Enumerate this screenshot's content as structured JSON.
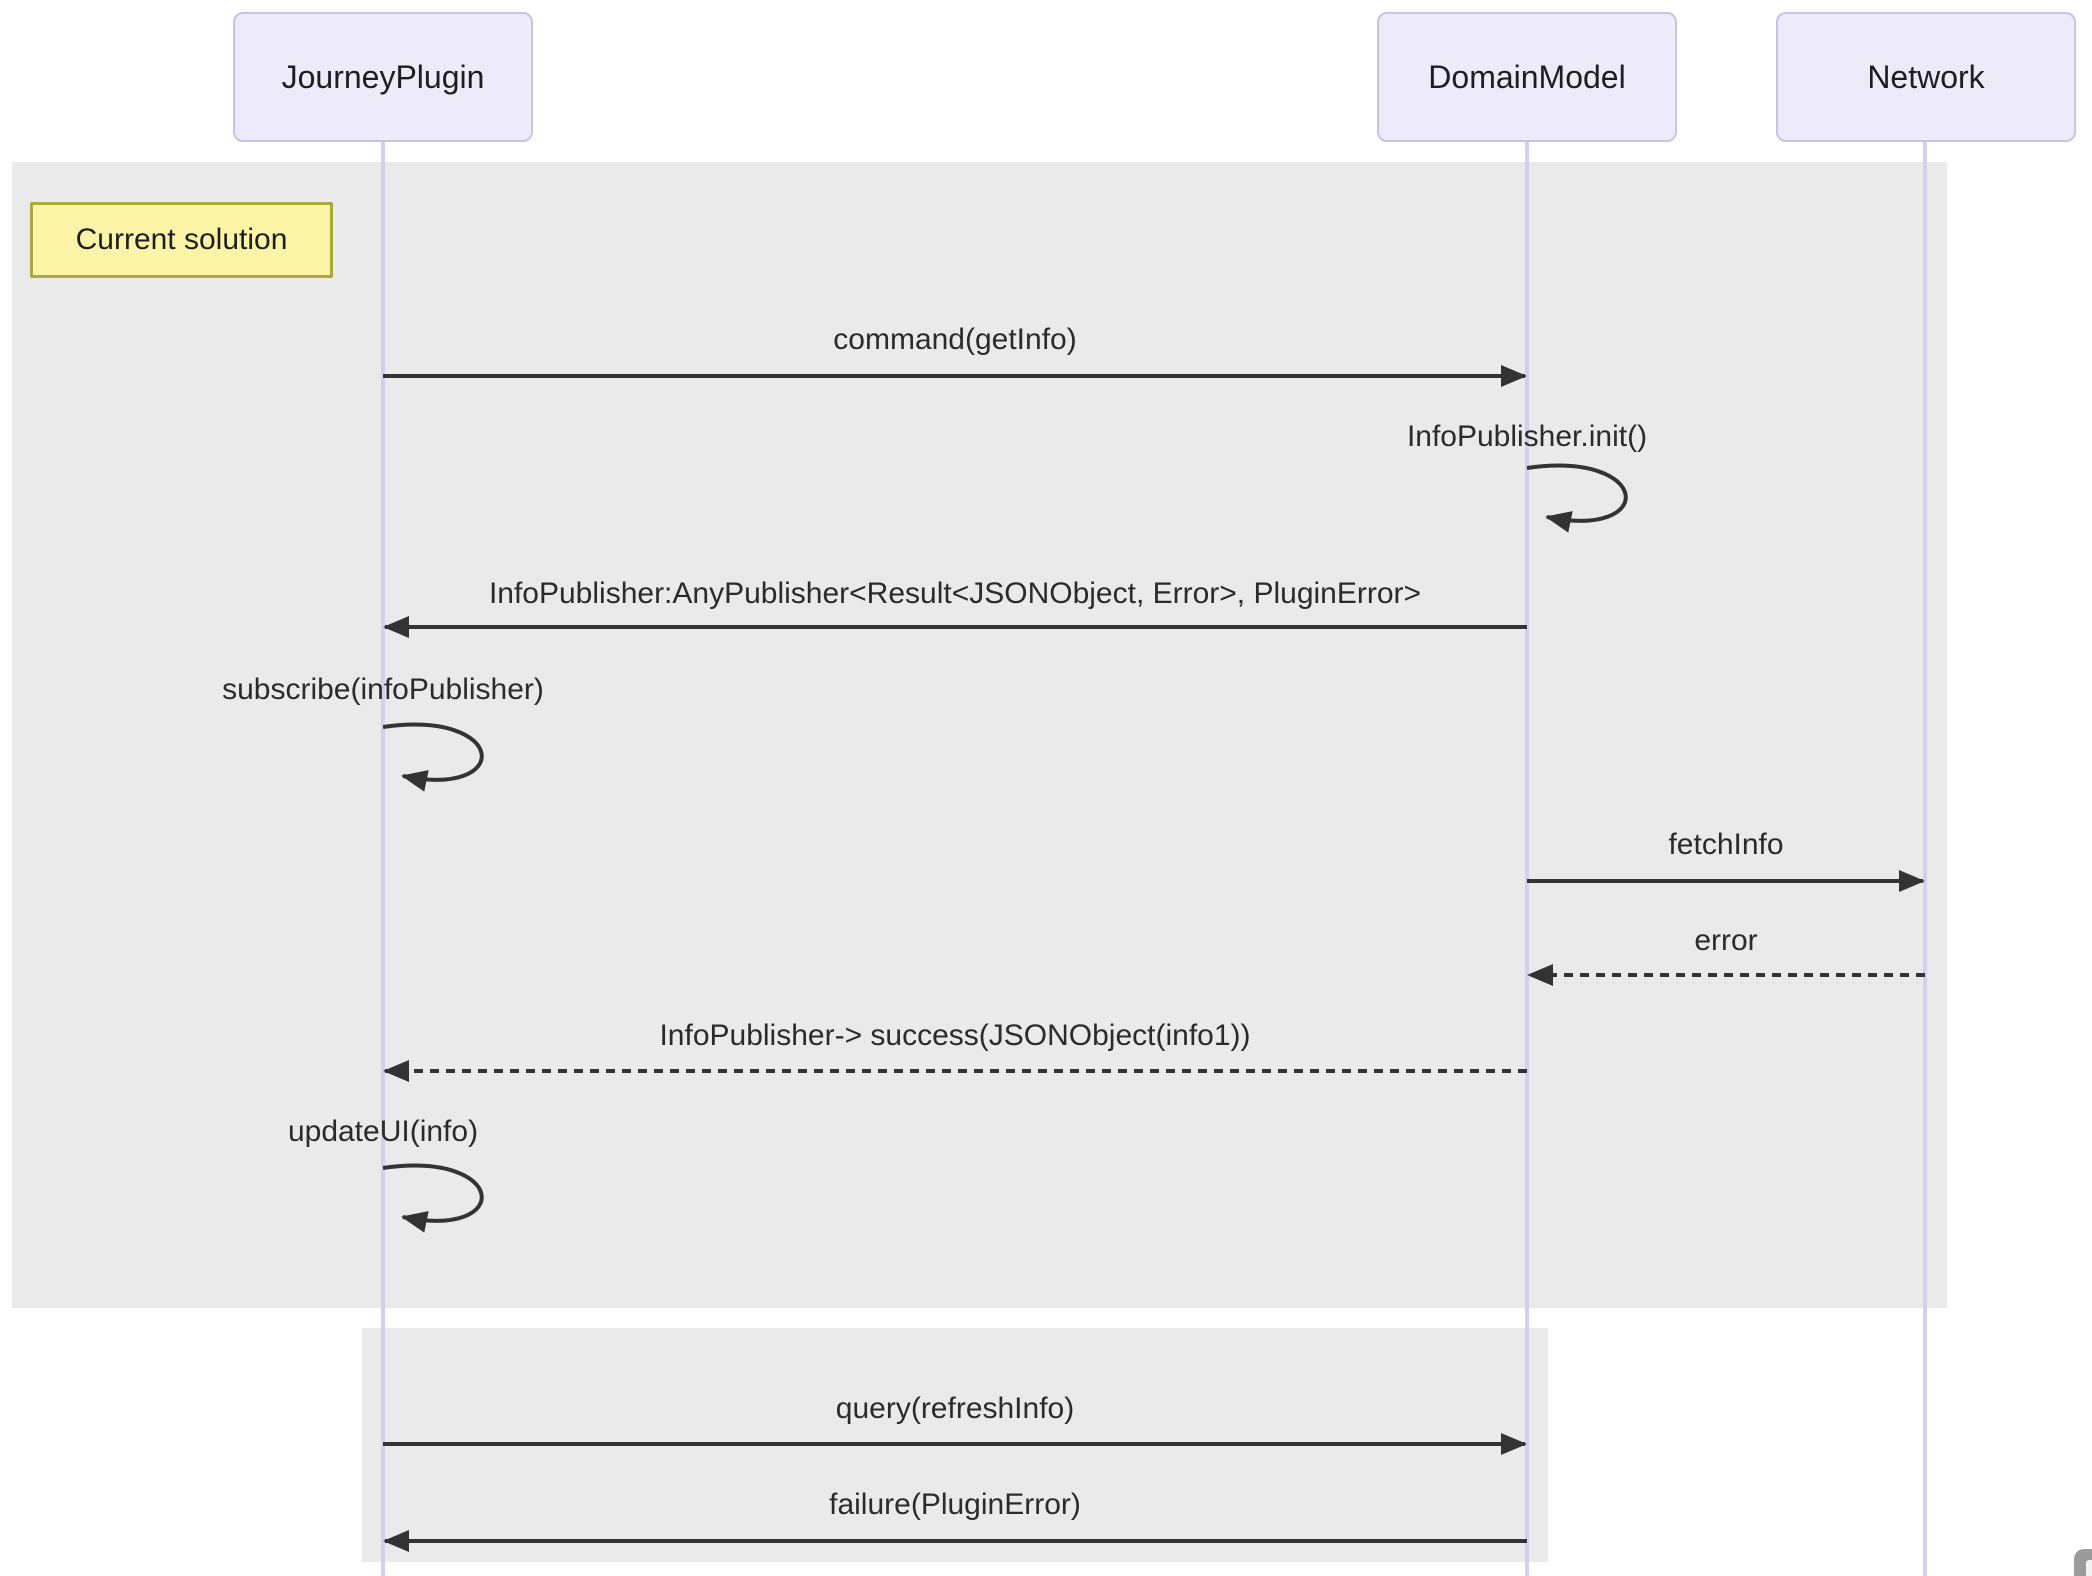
{
  "diagram": {
    "actors": [
      {
        "name": "JourneyPlugin"
      },
      {
        "name": "DomainModel"
      },
      {
        "name": "Network"
      }
    ],
    "note": {
      "label": "Current solution"
    },
    "messages": [
      {
        "text": "command(getInfo)",
        "from": "JourneyPlugin",
        "to": "DomainModel",
        "line": "solid",
        "kind": "message"
      },
      {
        "text": "InfoPublisher.init()",
        "from": "DomainModel",
        "to": "DomainModel",
        "line": "solid",
        "kind": "self"
      },
      {
        "text": "InfoPublisher:AnyPublisher<Result<JSONObject, Error>, PluginError>",
        "from": "DomainModel",
        "to": "JourneyPlugin",
        "line": "solid",
        "kind": "message"
      },
      {
        "text": "subscribe(infoPublisher)",
        "from": "JourneyPlugin",
        "to": "JourneyPlugin",
        "line": "solid",
        "kind": "self"
      },
      {
        "text": "fetchInfo",
        "from": "DomainModel",
        "to": "Network",
        "line": "solid",
        "kind": "message"
      },
      {
        "text": "error",
        "from": "Network",
        "to": "DomainModel",
        "line": "dashed",
        "kind": "message"
      },
      {
        "text": "InfoPublisher-> success(JSONObject(info1))",
        "from": "DomainModel",
        "to": "JourneyPlugin",
        "line": "dashed",
        "kind": "message"
      },
      {
        "text": "updateUI(info)",
        "from": "JourneyPlugin",
        "to": "JourneyPlugin",
        "line": "solid",
        "kind": "self"
      },
      {
        "text": "query(refreshInfo)",
        "from": "JourneyPlugin",
        "to": "DomainModel",
        "line": "solid",
        "kind": "message"
      },
      {
        "text": "failure(PluginError)",
        "from": "DomainModel",
        "to": "JourneyPlugin",
        "line": "solid",
        "kind": "message"
      }
    ],
    "colors": {
      "actor_fill": "#EDEBFA",
      "actor_border": "#C7C2E8",
      "lifeline": "#D6CEEE",
      "loop_background": "#EAEAEA",
      "note_fill": "#FBF4A6",
      "note_border": "#A9A937",
      "arrow": "#333333",
      "text": "#2B2B2B"
    }
  }
}
